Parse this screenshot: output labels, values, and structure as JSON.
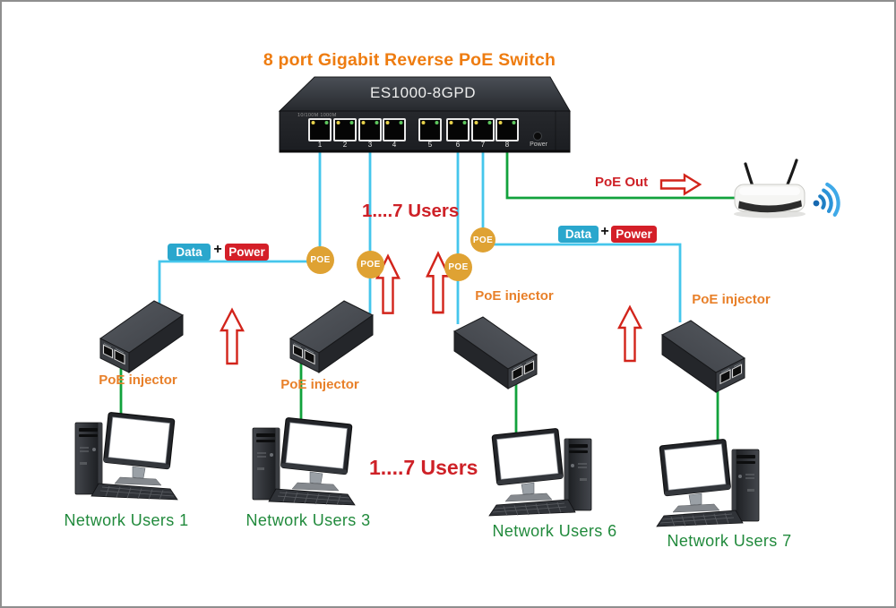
{
  "title": "8 port Gigabit Reverse PoE Switch",
  "switch": {
    "model": "ES1000-8GPD",
    "panel_note": "10/100M  1000M",
    "power_label": "Power",
    "ports": [
      "1",
      "2",
      "3",
      "4",
      "5",
      "6",
      "7",
      "8"
    ]
  },
  "annotations": {
    "poe_out": "PoE Out",
    "users_top": "1....7 Users",
    "users_bottom": "1....7 Users",
    "poe_badges": [
      "POE",
      "POE",
      "POE",
      "POE"
    ],
    "data_power_pairs": [
      {
        "data": "Data",
        "plus": "+",
        "power": "Power"
      },
      {
        "data": "Data",
        "plus": "+",
        "power": "Power"
      }
    ]
  },
  "injectors": [
    {
      "label": "PoE injector"
    },
    {
      "label": "PoE injector"
    },
    {
      "label": "PoE injector"
    },
    {
      "label": "PoE injector"
    }
  ],
  "network_users": [
    {
      "label": "Network Users 1"
    },
    {
      "label": "Network Users 3"
    },
    {
      "label": "Network Users 6"
    },
    {
      "label": "Network Users 7"
    }
  ],
  "colors": {
    "title_orange": "#EE7C10",
    "injector_label_orange": "#E8802A",
    "red_text": "#CE2127",
    "cable_cyan": "#45C6EC",
    "cable_green": "#12A23C",
    "poe_badge_gold": "#DFA233",
    "data_chip_cyan": "#2AA7CD",
    "power_chip_red": "#D41F28",
    "user_label_green": "#218A3C"
  }
}
